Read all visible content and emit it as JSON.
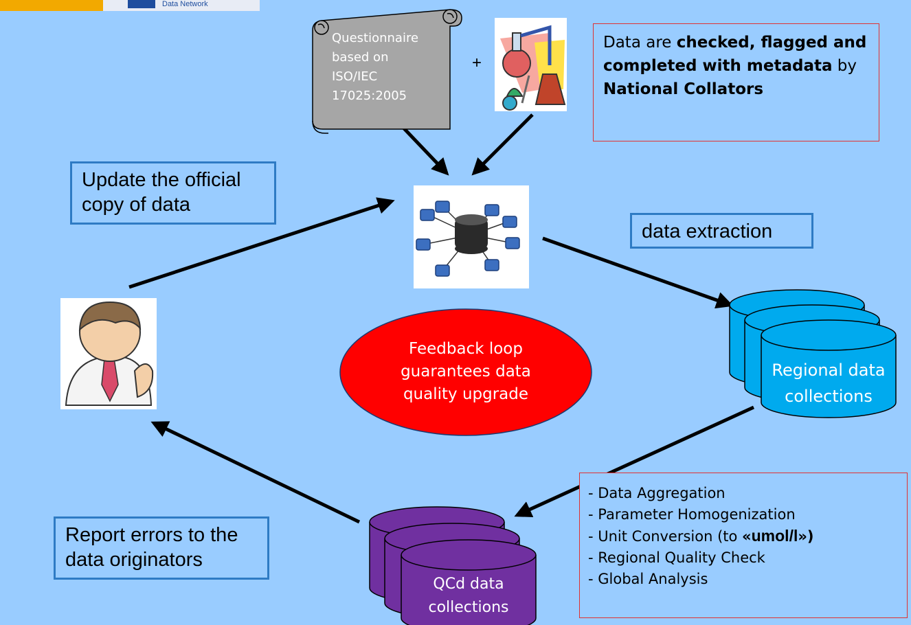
{
  "logo": {
    "text": "Data Network"
  },
  "questionnaire": {
    "lines": [
      "Questionnaire",
      "based on",
      "ISO/IEC",
      "17025:2005"
    ]
  },
  "plus_sign": "+",
  "red_box_top": {
    "seg1": "Data are ",
    "seg2": "checked, flagged and completed with metadata",
    "seg3": " by ",
    "seg4": "National Collators"
  },
  "update_box": {
    "lines": [
      "Update the official",
      "copy of data"
    ]
  },
  "extraction_box": {
    "text": "data extraction"
  },
  "feedback_oval": {
    "lines": [
      "Feedback loop",
      "guarantees data",
      "quality upgrade"
    ]
  },
  "regional_cyl": {
    "lines": [
      "Regional data",
      "collections"
    ]
  },
  "qcd_cyl": {
    "lines": [
      "QCd data",
      "collections"
    ]
  },
  "report_box": {
    "lines": [
      "Report errors to the",
      "data originators"
    ]
  },
  "process_list": {
    "items": [
      "- Data Aggregation",
      "- Parameter Homogenization",
      "- Unit Conversion (to "
    ],
    "unit_open": "«",
    "unit_value": "umol/l",
    "unit_close": "»)",
    "items_after": [
      "- Regional Quality Check",
      "- Global Analysis"
    ]
  },
  "colors": {
    "background": "#99ccff",
    "blue_box_border": "#2e7bc4",
    "red_box_border": "#e03030",
    "oval_fill": "#ff0000",
    "regional_cylinder": "#00aaee",
    "qcd_cylinder": "#7030a0",
    "scroll_fill": "#a6a6a6"
  },
  "icons": [
    "logo",
    "scroll-icon",
    "lab-flasks-icon",
    "database-network-icon",
    "person-icon",
    "cylinder-icon"
  ]
}
